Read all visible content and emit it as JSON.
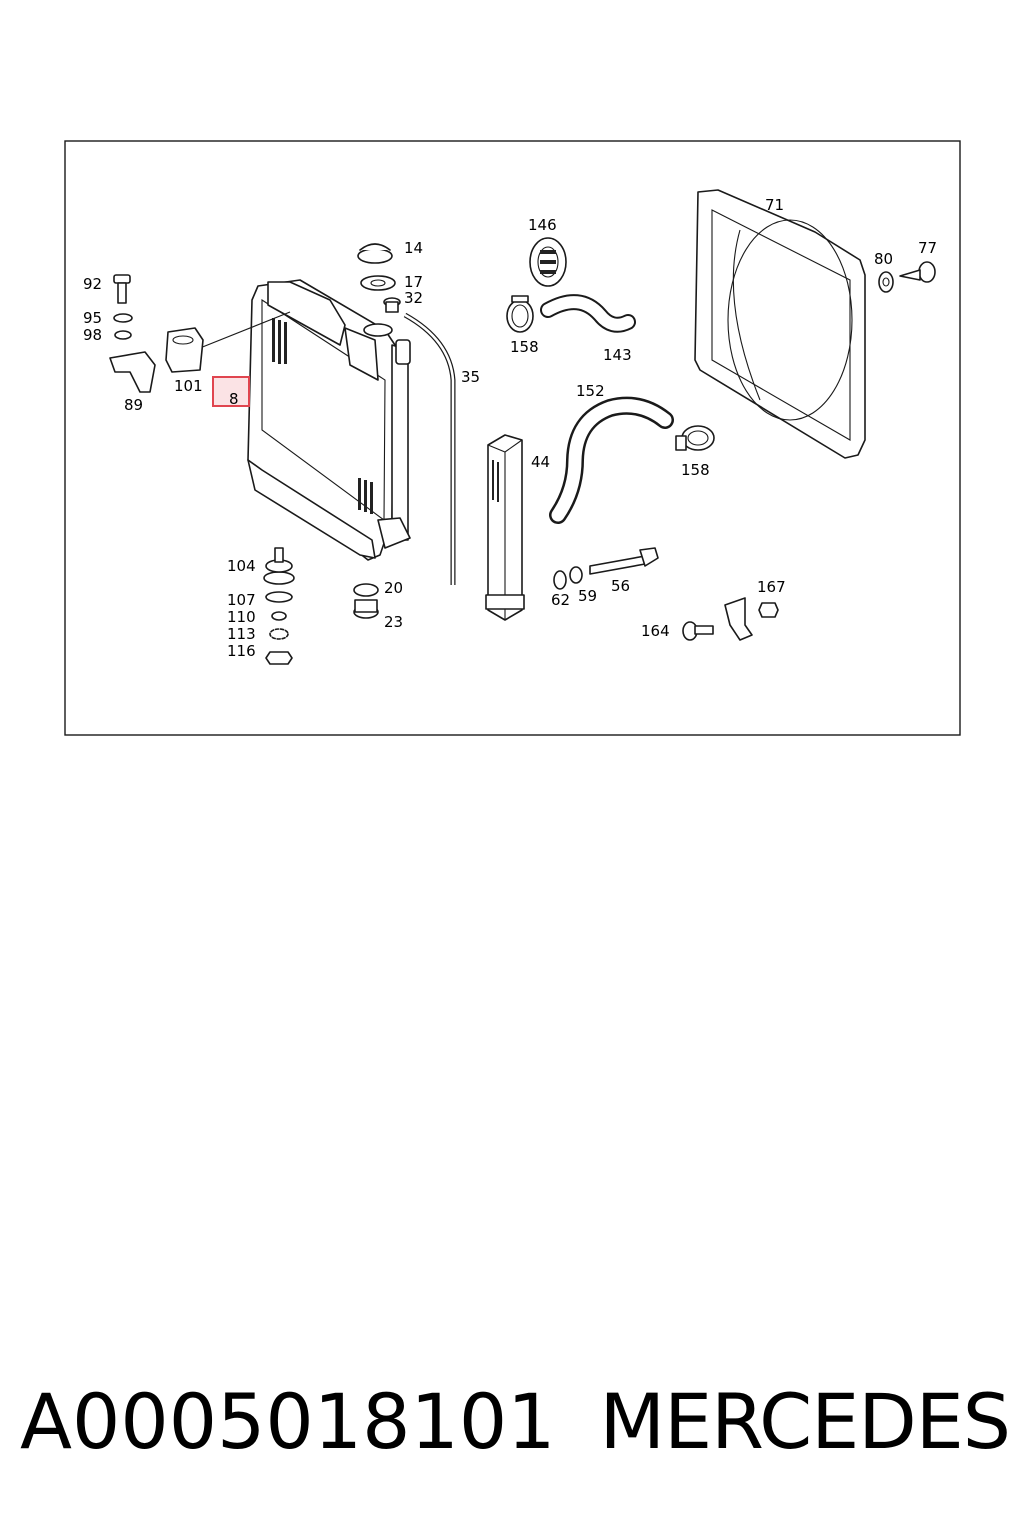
{
  "callouts": [
    {
      "id": "92",
      "text": "92"
    },
    {
      "id": "95",
      "text": "95"
    },
    {
      "id": "98",
      "text": "98"
    },
    {
      "id": "89",
      "text": "89"
    },
    {
      "id": "101",
      "text": "101"
    },
    {
      "id": "8",
      "text": "8",
      "highlighted": true
    },
    {
      "id": "14",
      "text": "14"
    },
    {
      "id": "17",
      "text": "17"
    },
    {
      "id": "32",
      "text": "32"
    },
    {
      "id": "35",
      "text": "35"
    },
    {
      "id": "146",
      "text": "146"
    },
    {
      "id": "158a",
      "text": "158"
    },
    {
      "id": "143",
      "text": "143"
    },
    {
      "id": "152",
      "text": "152"
    },
    {
      "id": "158b",
      "text": "158"
    },
    {
      "id": "44",
      "text": "44"
    },
    {
      "id": "71",
      "text": "71"
    },
    {
      "id": "80",
      "text": "80"
    },
    {
      "id": "77",
      "text": "77"
    },
    {
      "id": "104",
      "text": "104"
    },
    {
      "id": "107",
      "text": "107"
    },
    {
      "id": "110",
      "text": "110"
    },
    {
      "id": "113",
      "text": "113"
    },
    {
      "id": "116",
      "text": "116"
    },
    {
      "id": "20",
      "text": "20"
    },
    {
      "id": "23",
      "text": "23"
    },
    {
      "id": "62",
      "text": "62"
    },
    {
      "id": "59",
      "text": "59"
    },
    {
      "id": "56",
      "text": "56"
    },
    {
      "id": "167",
      "text": "167"
    },
    {
      "id": "164",
      "text": "164"
    }
  ],
  "highlight_color": "#e0454f",
  "footer": {
    "part_number": "A0005018101",
    "brand": "MERCEDES"
  }
}
